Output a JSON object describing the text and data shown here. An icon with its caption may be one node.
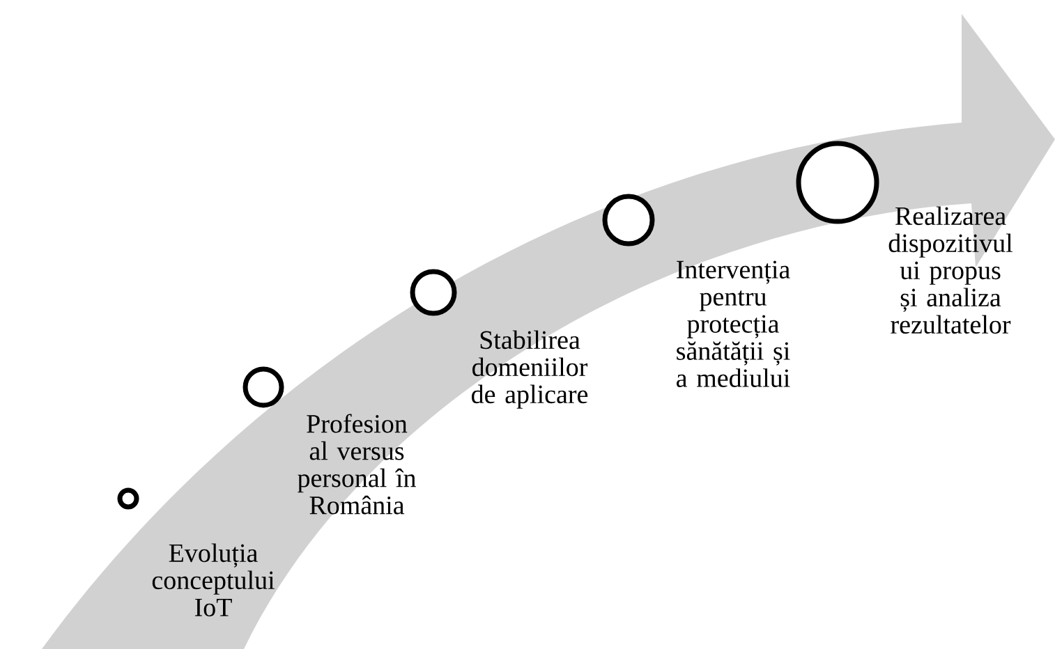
{
  "diagram": {
    "nodes": [
      {
        "text": [],
        "shape": "circle",
        "beside": [
          "Evoluția conceptului IoT"
        ]
      },
      {
        "text": [],
        "shape": "circle",
        "beside": [
          "Profesion al versus personal în România"
        ]
      },
      {
        "text": [],
        "shape": "circle",
        "beside": [
          "Stabilirea domeniilor de aplicare"
        ]
      },
      {
        "text": [],
        "shape": "circle",
        "beside": [
          "Intervenția pentru protecția sănătății și a mediului"
        ]
      },
      {
        "text": [],
        "shape": "circle",
        "beside": [
          "Realizarea dispozitivul ui propus și analiza rezultatelor"
        ]
      }
    ]
  }
}
